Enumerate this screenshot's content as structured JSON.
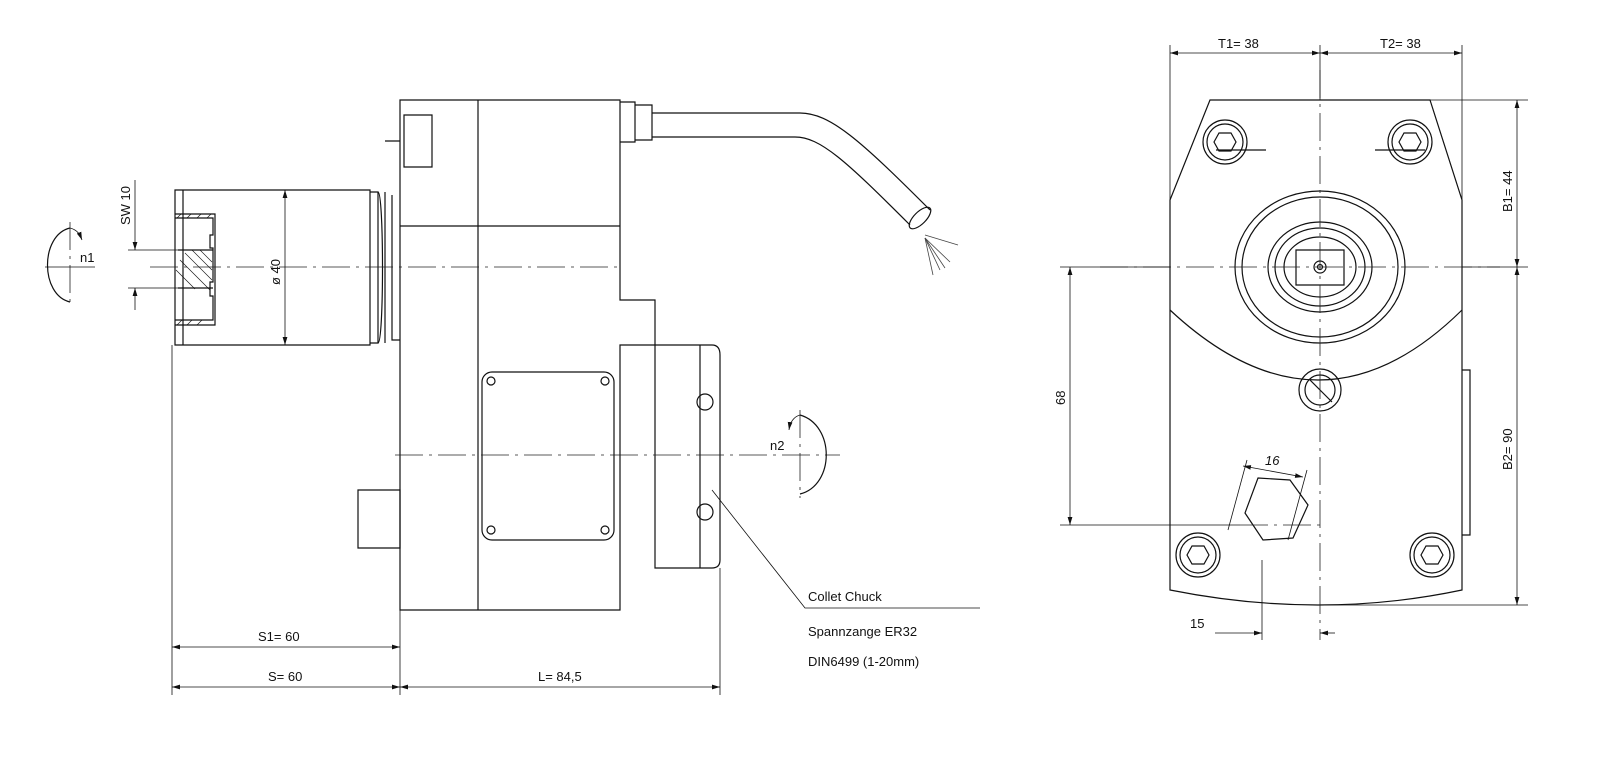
{
  "side_view": {
    "rotation_in": "n1",
    "rotation_out": "n2",
    "sw": "SW 10",
    "diameter": "ø 40",
    "s1": "S1=  60",
    "s": "S=  60",
    "l": "L=  84,5"
  },
  "front_view": {
    "t1": "T1=  38",
    "t2": "T2=  38",
    "b1": "B1=  44",
    "b2": "B2=  90",
    "h68": "68",
    "w16": "16",
    "w15": "15"
  },
  "note": {
    "line1": "Collet Chuck",
    "line2": "Spannzange ER32",
    "line3": "DIN6499 (1-20mm)"
  }
}
